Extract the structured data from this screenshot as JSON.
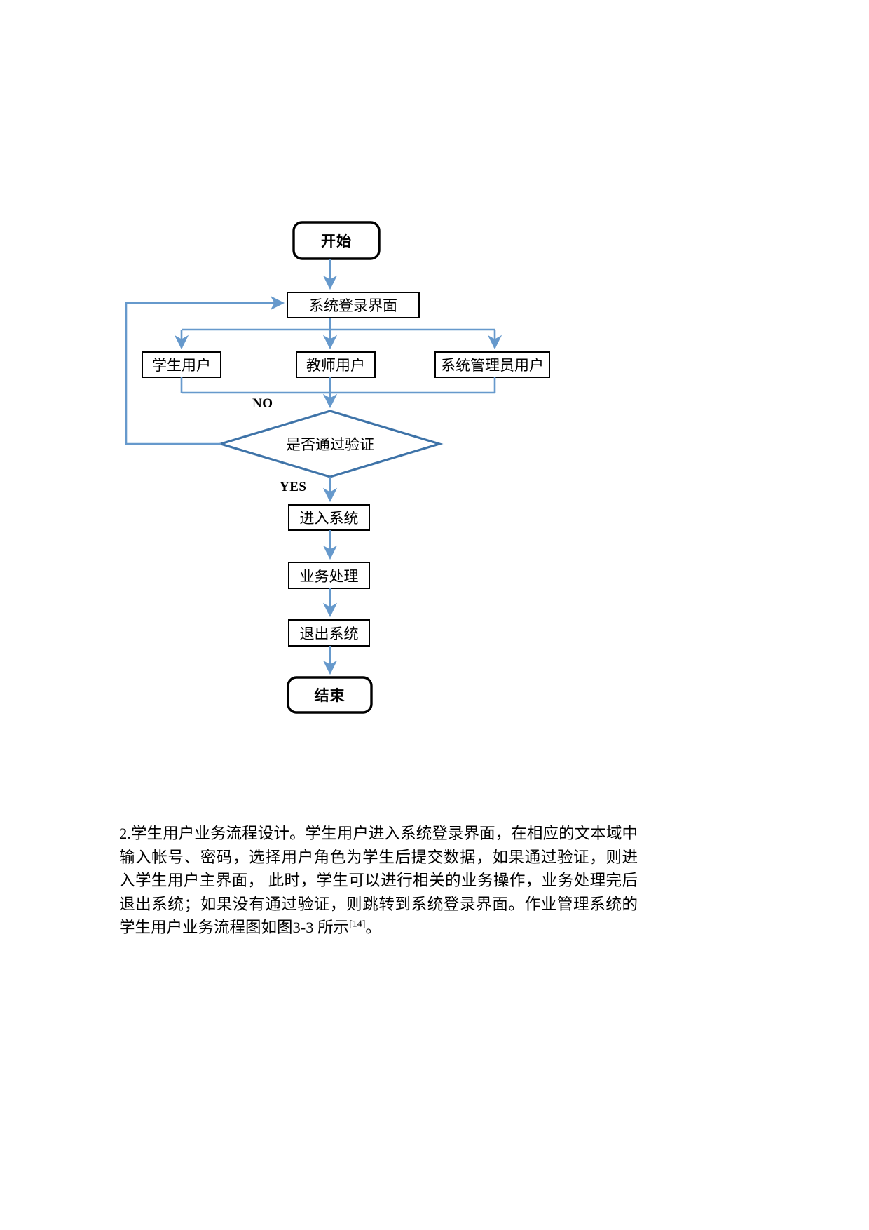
{
  "document": {
    "page_background": "#ffffff",
    "text_color": "#000000"
  },
  "flowchart": {
    "title_caption": "",
    "colors": {
      "arrow_blue": "#6699cc",
      "diamond_outline": "#3e73a8",
      "terminal_border": "#000000",
      "process_border": "#000000",
      "node_fill": "#ffffff"
    },
    "nodes": {
      "start": {
        "label": "开始",
        "shape": "rounded-terminal"
      },
      "login": {
        "label": "系统登录界面",
        "shape": "rectangle"
      },
      "student_user": {
        "label": "学生用户",
        "shape": "rectangle"
      },
      "teacher_user": {
        "label": "教师用户",
        "shape": "rectangle"
      },
      "admin_user": {
        "label": "系统管理员用户",
        "shape": "rectangle"
      },
      "decision": {
        "label": "是否通过验证",
        "shape": "diamond"
      },
      "enter_system": {
        "label": "进入系统",
        "shape": "rectangle"
      },
      "business_process": {
        "label": "业务处理",
        "shape": "rectangle"
      },
      "exit_system": {
        "label": "退出系统",
        "shape": "rectangle"
      },
      "end": {
        "label": "结束",
        "shape": "rounded-terminal"
      }
    },
    "branch_labels": {
      "no": "NO",
      "yes": "YES"
    }
  },
  "body": {
    "paragraph": "2.学生用户业务流程设计。学生用户进入系统登录界面，在相应的文本域中输入帐号、密码，选择用户角色为学生后提交数据，如果通过验证，则进入学生用户主界面， 此时，学生可以进行相关的业务操作，业务处理完后退出系统；如果没有通过验证，则跳转到系统登录界面。作业管理系统的学生用户业务流程图如图3-3 所示",
    "reference_marker": "[14]",
    "paragraph_end": "。"
  }
}
